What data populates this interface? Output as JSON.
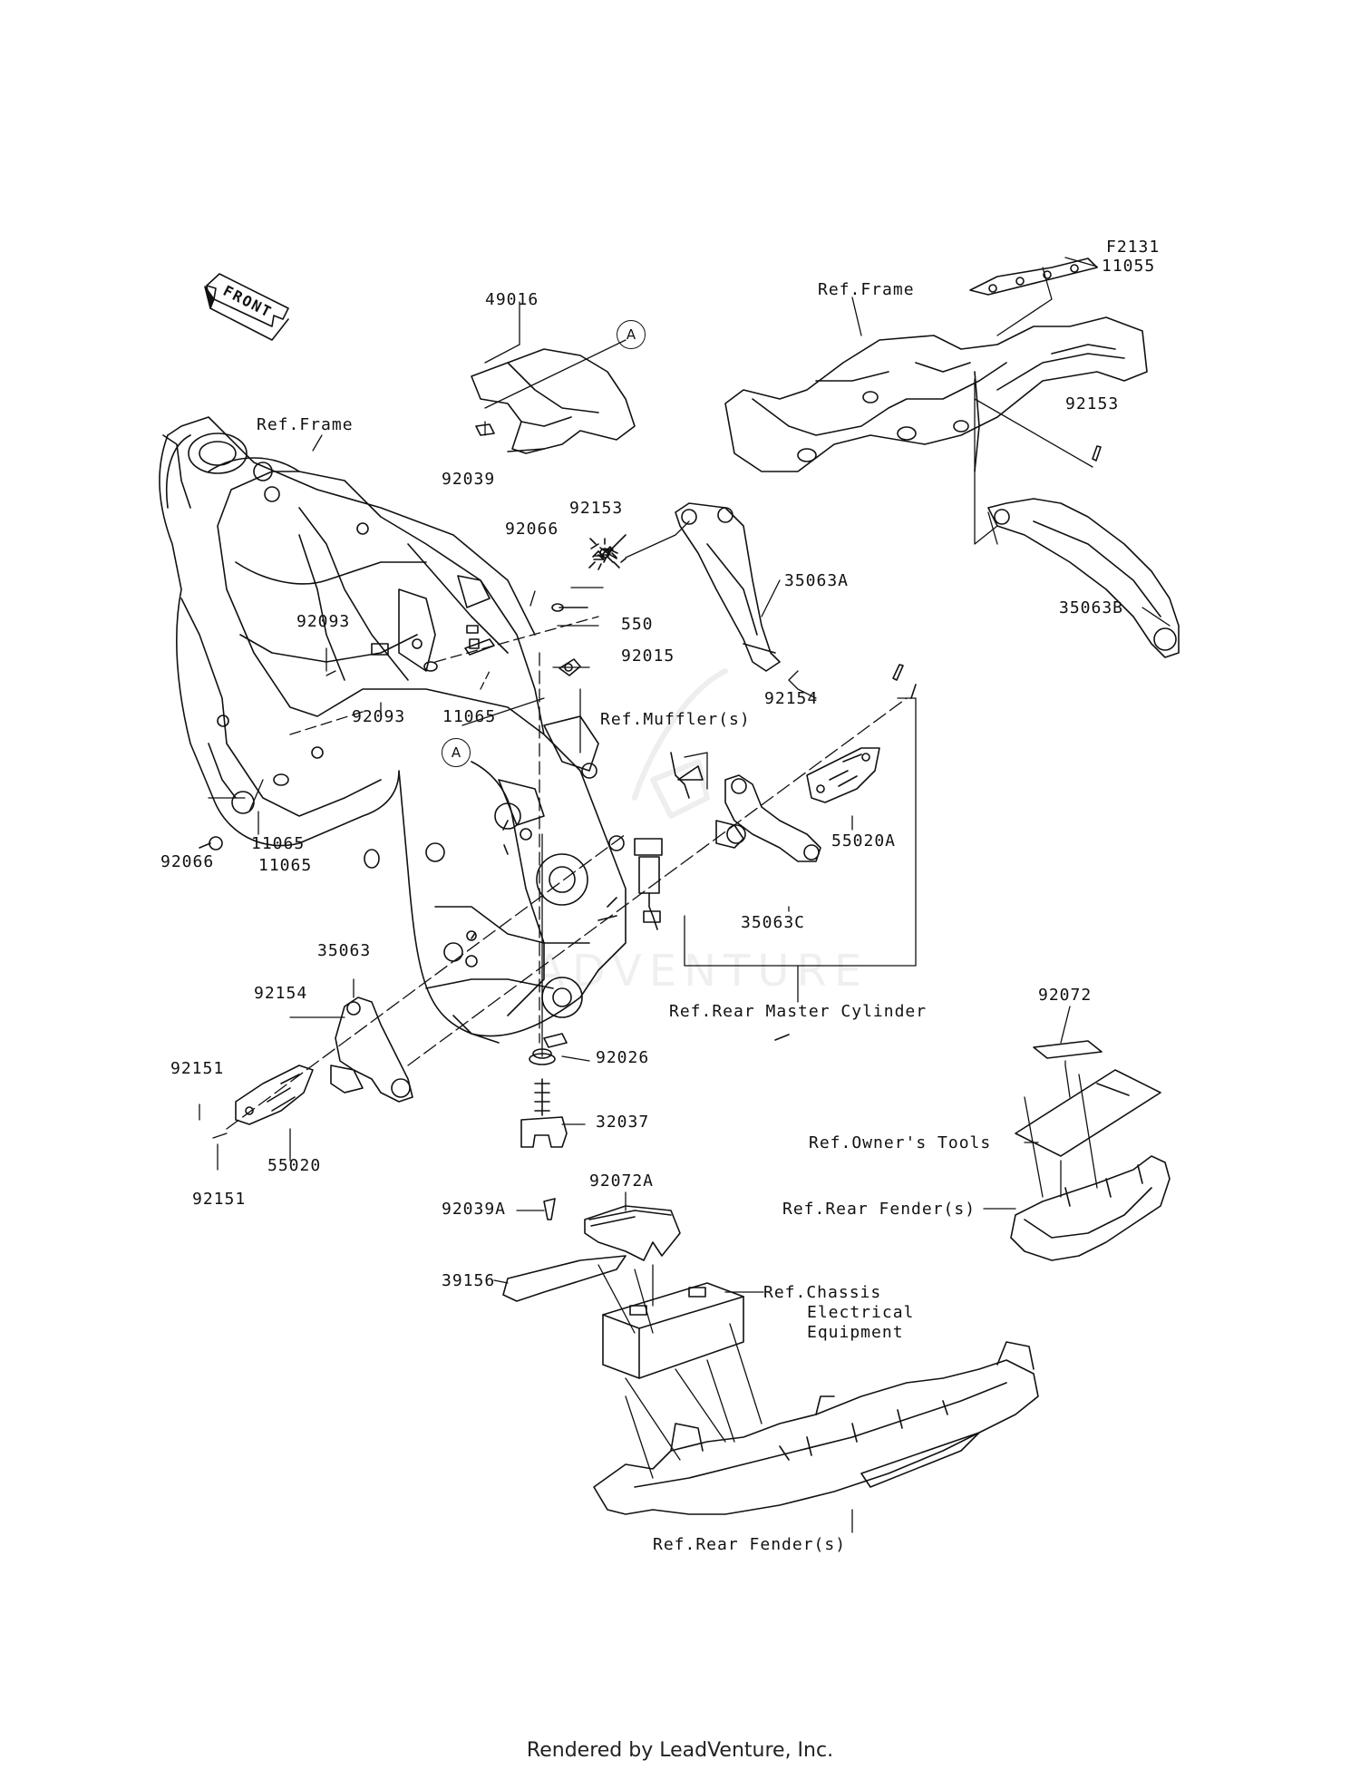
{
  "figure_code": "F2131",
  "front_label": "FRONT",
  "callout_marker": "A",
  "footer": "Rendered by LeadVenture, Inc.",
  "watermark": "ADVENTURE",
  "parts": {
    "p49016": "49016",
    "p92039": "92039",
    "p92066_top": "92066",
    "p92066_left": "92066",
    "p92093_a": "92093",
    "p92093_b": "92093",
    "p11065_a": "11065",
    "p11065_b": "11065",
    "p11065_c": "11065",
    "p550": "550",
    "p92015": "92015",
    "p92153_a": "92153",
    "p92153_b": "92153",
    "p35063A": "35063A",
    "p35063B": "35063B",
    "p11055": "11055",
    "p92154_a": "92154",
    "p92154_b": "92154",
    "p55020A": "55020A",
    "p35063C": "35063C",
    "p35063": "35063",
    "p92151_a": "92151",
    "p92151_b": "92151",
    "p55020": "55020",
    "p92026": "92026",
    "p32037": "32037",
    "p92072": "92072",
    "p92072A": "92072A",
    "p92039A": "92039A",
    "p39156": "39156"
  },
  "refs": {
    "frame_left": "Ref.Frame",
    "frame_right": "Ref.Frame",
    "muffler": "Ref.Muffler(s)",
    "rear_master": "Ref.Rear Master Cylinder",
    "owners_tools": "Ref.Owner's Tools",
    "rear_fender_right": "Ref.Rear Fender(s)",
    "rear_fender_bottom": "Ref.Rear Fender(s)",
    "chassis_l1": "Ref.Chassis",
    "chassis_l2": "Electrical",
    "chassis_l3": "Equipment"
  }
}
